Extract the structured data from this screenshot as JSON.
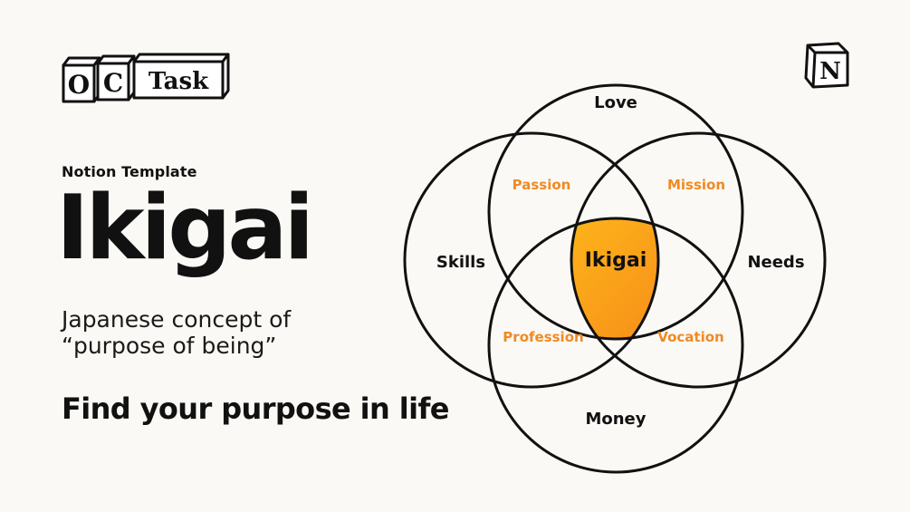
{
  "brand": {
    "logo_letters": [
      "O",
      "C",
      "Task"
    ],
    "notion_letter": "N"
  },
  "hero": {
    "subtitle": "Notion Template",
    "title": "Ikigai",
    "concept_line1": "Japanese concept of",
    "concept_line2": "“purpose of being”",
    "tagline": "Find your purpose in life"
  },
  "diagram": {
    "circles": {
      "top": "Love",
      "left": "Skills",
      "right": "Needs",
      "bottom": "Money"
    },
    "overlaps": {
      "top_left": "Passion",
      "top_right": "Mission",
      "bottom_left": "Profession",
      "bottom_right": "Vocation"
    },
    "center": "Ikigai",
    "colors": {
      "overlap_text": "#f08a24",
      "center_gradient_start": "#ffc21a",
      "center_gradient_end": "#f26a1b",
      "stroke": "#111111"
    }
  }
}
